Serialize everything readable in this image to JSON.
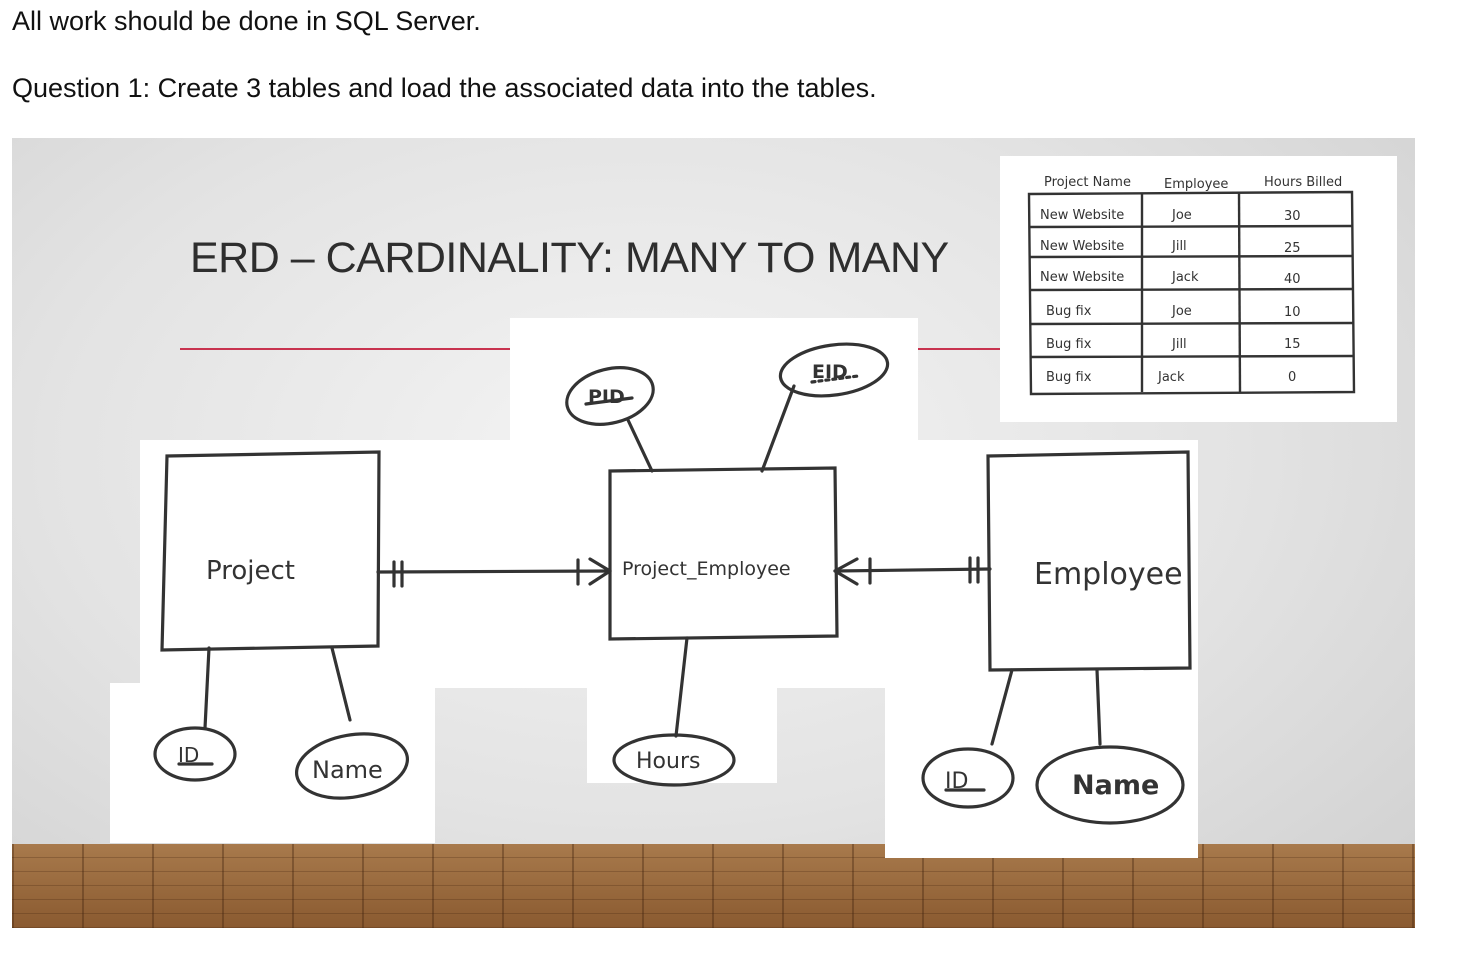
{
  "instructions": {
    "line1": "All work should be done in SQL Server.",
    "line2": "Question 1:  Create 3 tables and load the associated data into the tables."
  },
  "slide": {
    "title": "ERD – CARDINALITY: MANY TO MANY",
    "entities": {
      "project": "Project",
      "junction": "Project_Employee",
      "employee": "Employee"
    },
    "attributes": {
      "pid": "PID",
      "eid": "EID",
      "project_id": "ID",
      "project_name": "Name",
      "hours": "Hours",
      "employee_id": "ID",
      "employee_name": "Name"
    },
    "table": {
      "headers": [
        "Project Name",
        "Employee",
        "Hours Billed"
      ],
      "rows": [
        [
          "New Website",
          "Joe",
          "30"
        ],
        [
          "New Website",
          "Jill",
          "25"
        ],
        [
          "New Website",
          "Jack",
          "40"
        ],
        [
          "Bug fix",
          "Joe",
          "10"
        ],
        [
          "Bug fix",
          "Jill",
          "15"
        ],
        [
          "Bug fix",
          "Jack",
          "0"
        ]
      ]
    }
  }
}
